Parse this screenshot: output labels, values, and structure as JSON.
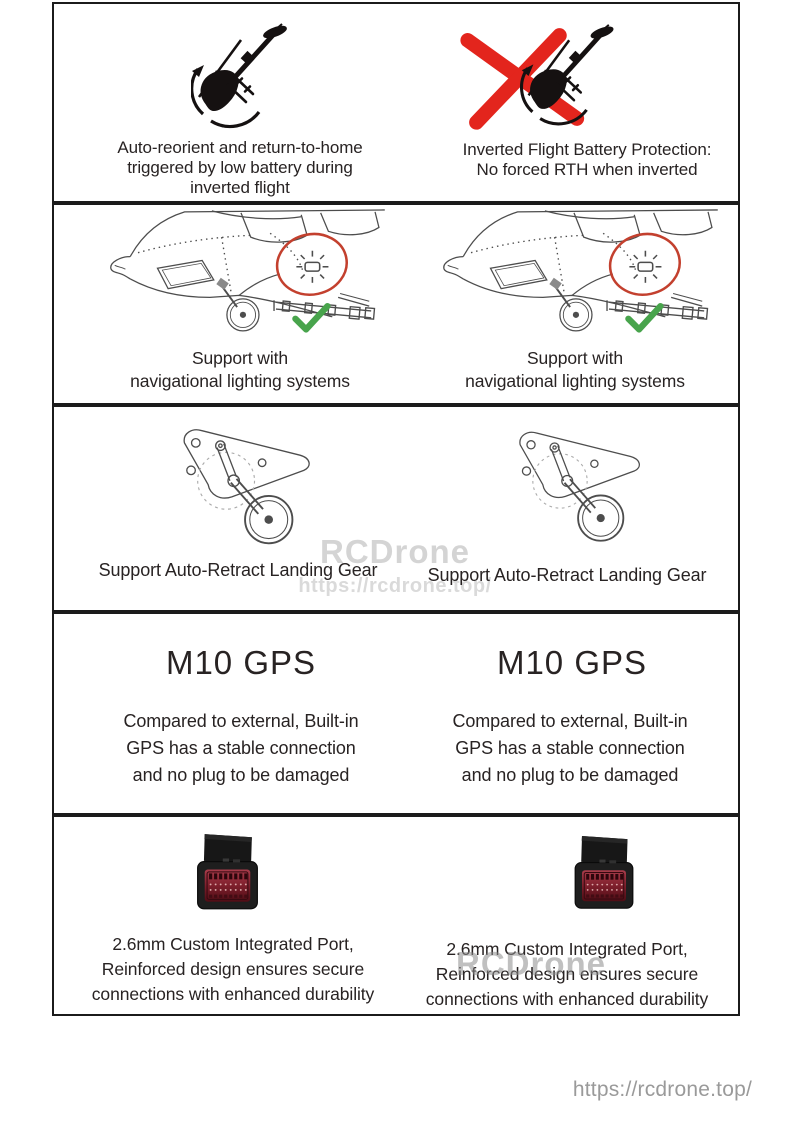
{
  "rows": {
    "battery": {
      "left_caption": "Auto-reorient and return-to-home\ntriggered by low battery during\ninverted flight",
      "right_caption": "Inverted Flight Battery Protection:\nNo forced RTH when inverted"
    },
    "lighting": {
      "caption": "Support with\nnavigational lighting systems"
    },
    "landing_gear": {
      "caption": "Support Auto-Retract Landing Gear"
    },
    "gps": {
      "heading": "M10 GPS",
      "caption": "Compared to external, Built-in\nGPS has a stable connection\nand no plug to be damaged"
    },
    "port": {
      "caption": "2.6mm Custom Integrated Port,\nReinforced design ensures secure\nconnections with enhanced durability"
    }
  },
  "watermarks": {
    "brand": "RCDrone",
    "url": "https://rcdrone.top/"
  },
  "footer": {
    "url": "https://rcdrone.top/"
  },
  "icons": {
    "red_x_icon": "✕",
    "check_icon": "✓",
    "glow_light_icon": "☀",
    "highlight_circle_icon": "◯"
  },
  "colors": {
    "prohibition_red": "#e3251d",
    "highlight_circle_red": "#c3402e",
    "check_green": "#48a44c",
    "connector_red": "#7e1f2c",
    "border_black": "#1b1b1b",
    "text": "#282323",
    "watermark_gray": "#d4d4d4",
    "footer_gray": "#9a9a9a"
  }
}
